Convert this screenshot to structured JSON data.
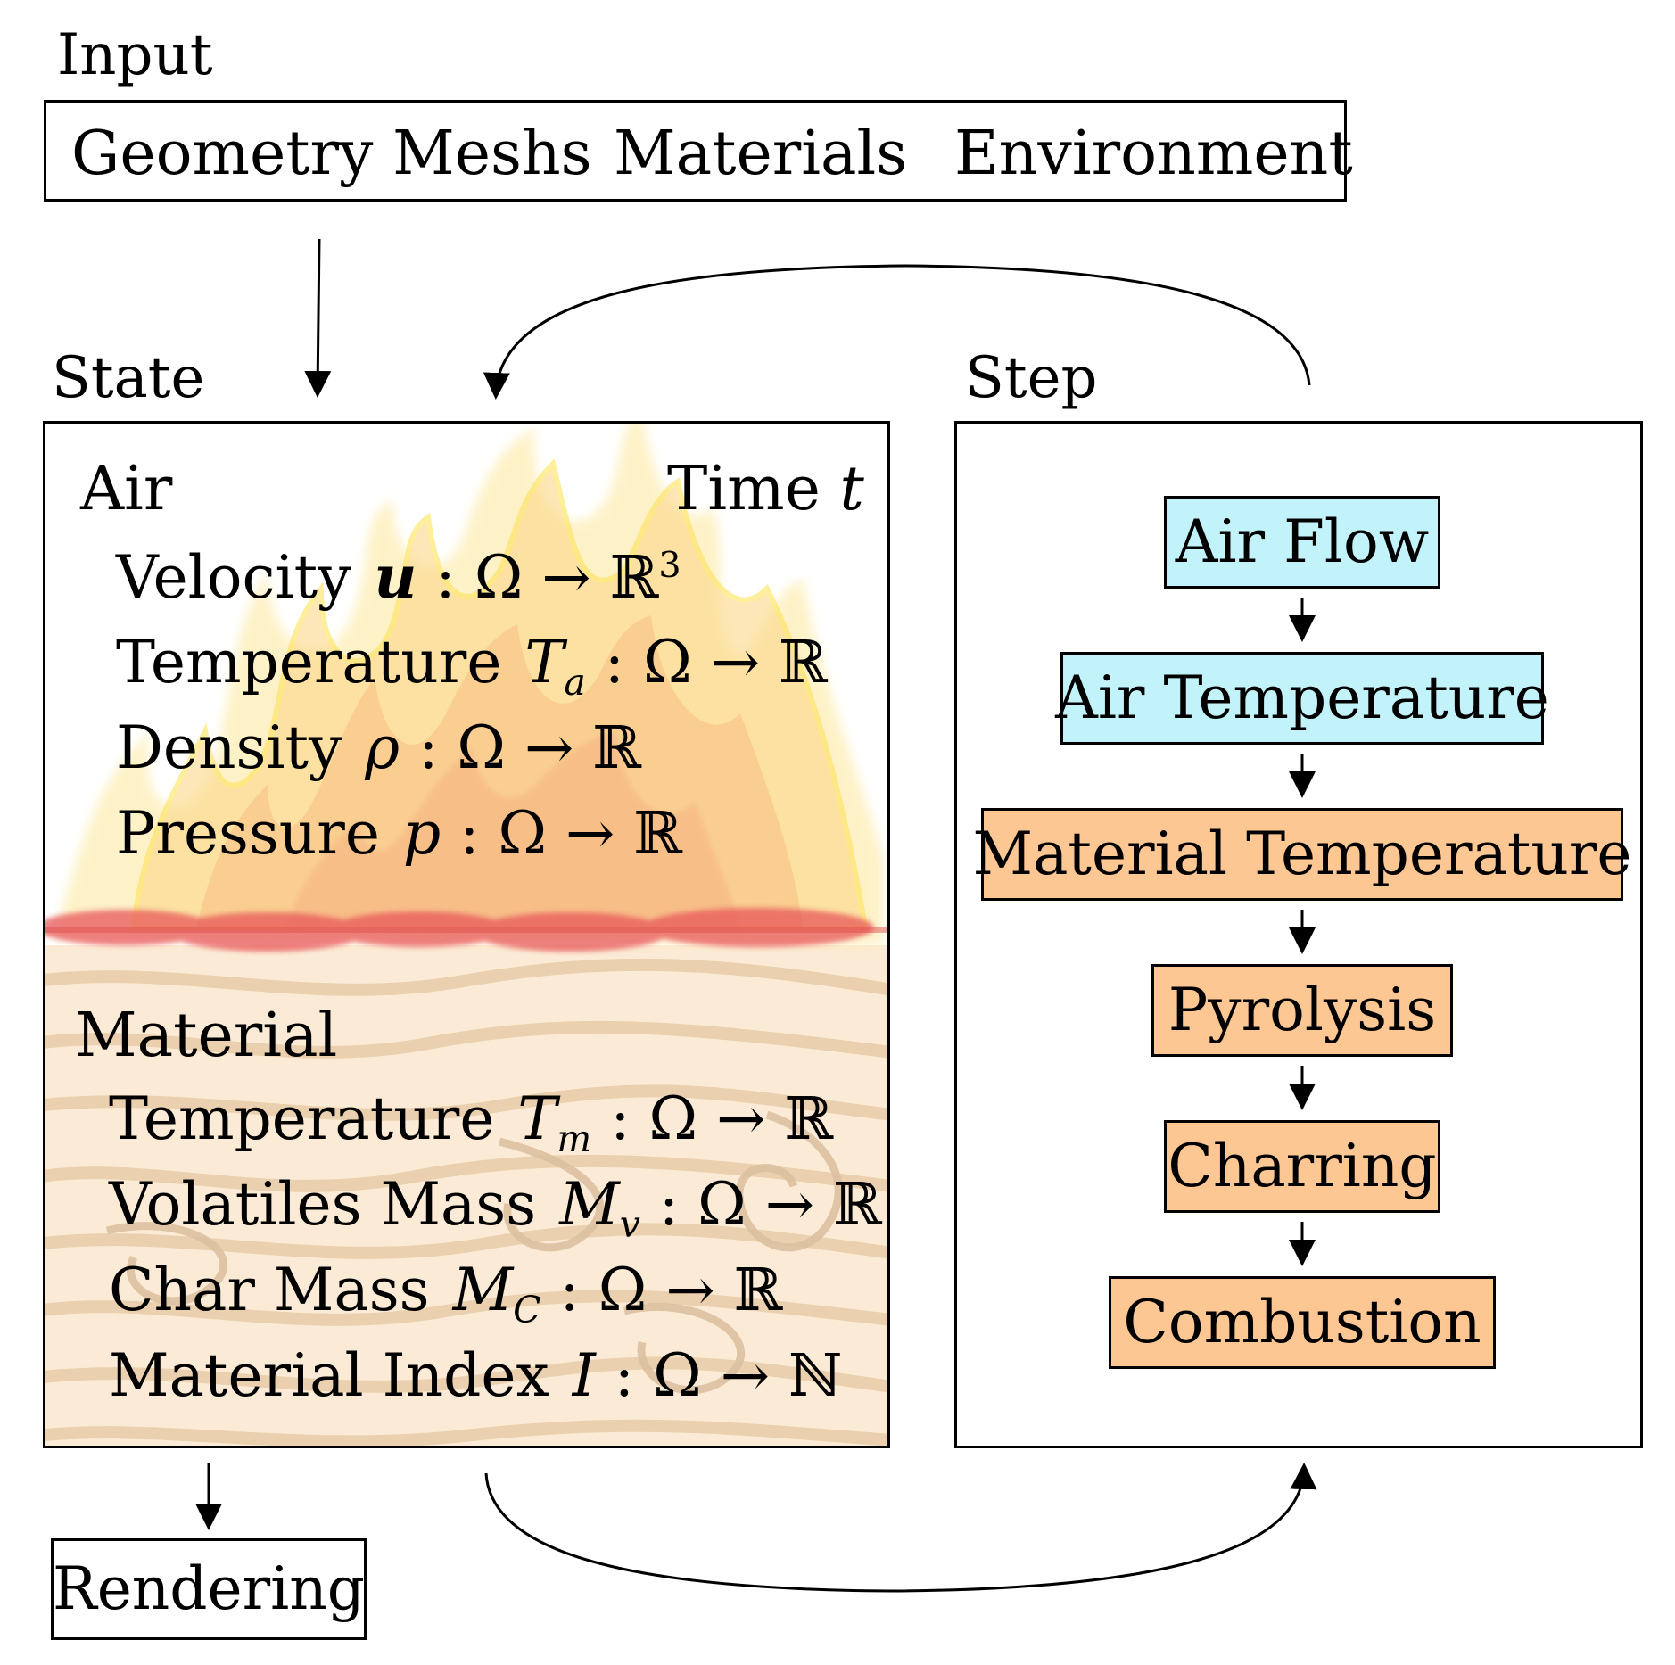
{
  "input": {
    "title": "Input",
    "items": [
      "Geometry Meshs",
      "Materials",
      "Environment"
    ]
  },
  "state": {
    "title": "State",
    "air": {
      "heading": "Air",
      "time_label": "Time",
      "time_symbol": "t",
      "rows": [
        {
          "label": "Velocity",
          "symbol": "u",
          "map": " : Ω → ℝ",
          "exp": "3"
        },
        {
          "label": "Temperature",
          "symbol": "T",
          "sub": "a",
          "map": " : Ω → ℝ"
        },
        {
          "label": "Density",
          "symbol": "ρ",
          "map": " : Ω → ℝ"
        },
        {
          "label": "Pressure",
          "symbol": "p",
          "map": " : Ω → ℝ"
        }
      ]
    },
    "material": {
      "heading": "Material",
      "rows": [
        {
          "label": "Temperature",
          "symbol": "T",
          "sub": "m",
          "map": " : Ω → ℝ"
        },
        {
          "label": "Volatiles Mass",
          "symbol": "M",
          "sub": "v",
          "map": " : Ω → ℝ"
        },
        {
          "label": "Char Mass",
          "symbol": "M",
          "sub": "C",
          "map": " : Ω → ℝ"
        },
        {
          "label": "Material Index",
          "symbol": "I",
          "map": " : Ω → ℕ"
        }
      ]
    }
  },
  "step": {
    "title": "Step",
    "stages": [
      {
        "label": "Air Flow",
        "color": "#c2f3fa"
      },
      {
        "label": "Air Temperature",
        "color": "#c2f3fa"
      },
      {
        "label": "Material Temperature",
        "color": "#fdc794"
      },
      {
        "label": "Pyrolysis",
        "color": "#fdc794"
      },
      {
        "label": "Charring",
        "color": "#fdc794"
      },
      {
        "label": "Combustion",
        "color": "#fdc794"
      }
    ]
  },
  "output": {
    "label": "Rendering"
  }
}
